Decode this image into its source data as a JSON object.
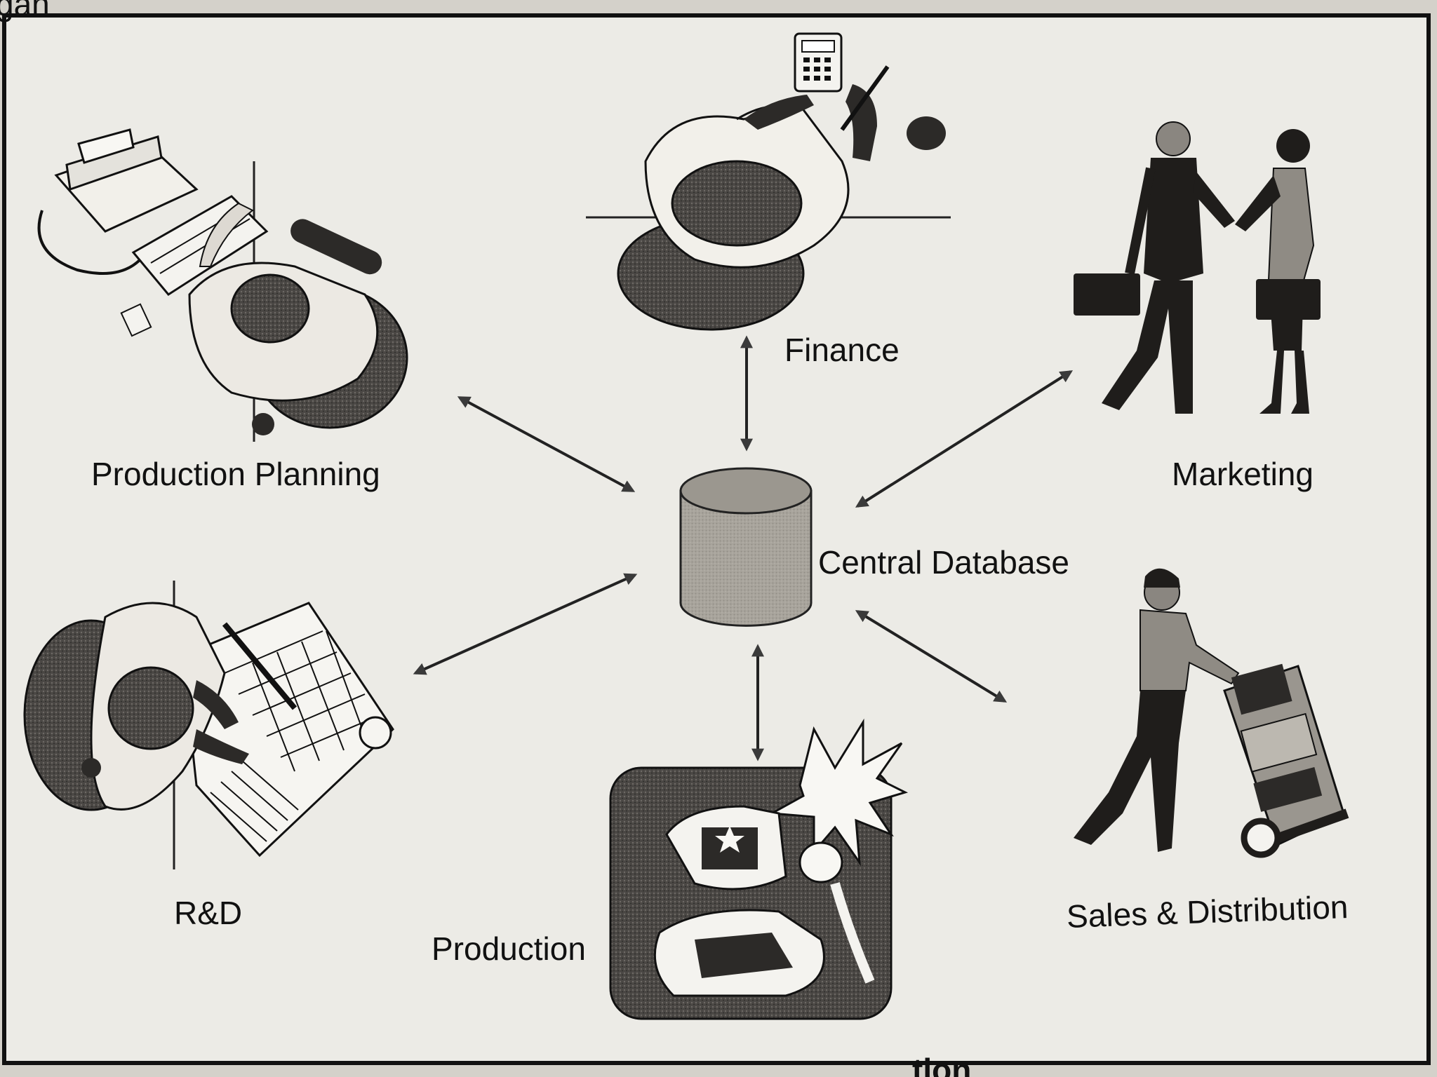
{
  "labels": {
    "top_corner": "gan",
    "finance": "Finance",
    "production_planning": "Production Planning",
    "marketing": "Marketing",
    "central_database": "Central Database",
    "rd": "R&D",
    "production": "Production",
    "sales_distribution": "Sales & Distribution",
    "caption_fragment": "tion"
  },
  "icons": [
    "typist-at-desk-icon",
    "accountant-with-calculator-icon",
    "business-handshake-icon",
    "database-cylinder-icon",
    "engineer-with-blueprint-icon",
    "welder-icon",
    "delivery-hand-truck-icon"
  ],
  "colors": {
    "paper": "#ecebe6",
    "ink": "#111111",
    "shade": "#3a3836",
    "database": "#a8a49c"
  }
}
